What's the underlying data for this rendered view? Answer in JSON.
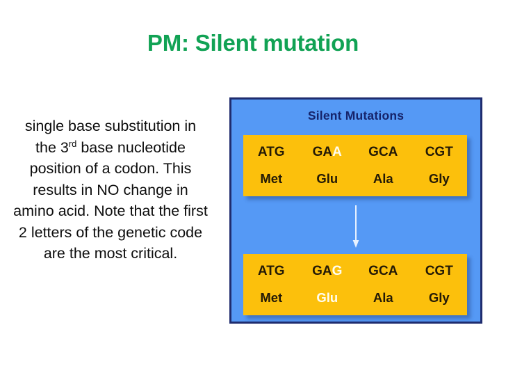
{
  "slide": {
    "title": "PM: Silent mutation",
    "title_color": "#11a254",
    "body_text_part1": "single base substitution in the 3",
    "body_text_superscript": "rd",
    "body_text_part2": " base nucleotide position of a codon.  This results in NO change in amino acid.  Note that the first 2 letters of the genetic code are the most critical."
  },
  "figure": {
    "caption": "Silent Mutations",
    "caption_color": "#16246b",
    "background_color": "#5599f5",
    "border_color": "#1f2c6e",
    "box_color": "#fcc00c",
    "highlight_color": "#fffdf0",
    "arrow_label": "down-arrow",
    "sequences": [
      {
        "id": "original",
        "nucleotides": [
          {
            "prefix": "ATG",
            "highlight": ""
          },
          {
            "prefix": "GA",
            "highlight": "A"
          },
          {
            "prefix": "GCA",
            "highlight": ""
          },
          {
            "prefix": "CGT",
            "highlight": ""
          }
        ],
        "amino_acids": [
          {
            "text": "Met",
            "highlighted": false
          },
          {
            "text": "Glu",
            "highlighted": false
          },
          {
            "text": "Ala",
            "highlighted": false
          },
          {
            "text": "Gly",
            "highlighted": false
          }
        ]
      },
      {
        "id": "mutated",
        "nucleotides": [
          {
            "prefix": "ATG",
            "highlight": ""
          },
          {
            "prefix": "GA",
            "highlight": "G"
          },
          {
            "prefix": "GCA",
            "highlight": ""
          },
          {
            "prefix": "CGT",
            "highlight": ""
          }
        ],
        "amino_acids": [
          {
            "text": "Met",
            "highlighted": false
          },
          {
            "text": "Glu",
            "highlighted": true
          },
          {
            "text": "Ala",
            "highlighted": false
          },
          {
            "text": "Gly",
            "highlighted": false
          }
        ]
      }
    ]
  }
}
